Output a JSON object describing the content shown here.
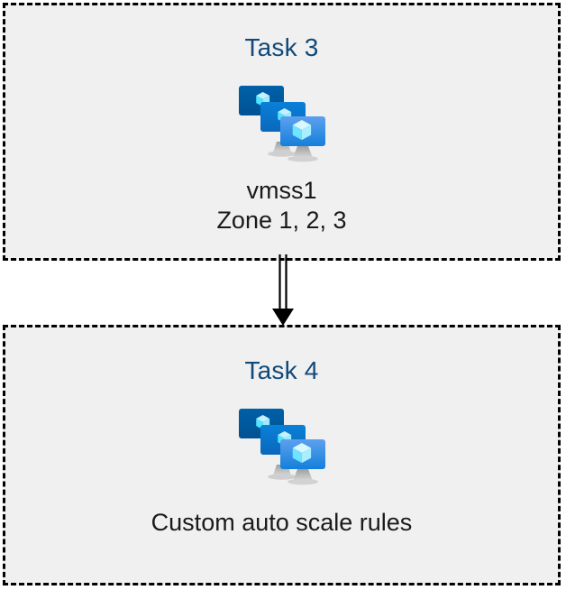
{
  "diagram": {
    "type": "flow",
    "background_color": "#ffffff",
    "box_fill_color": "#f0f0f0",
    "box_border_color": "#000000",
    "title_color": "#11497a",
    "caption_color": "#1a1a1a",
    "nodes": [
      {
        "id": "task3",
        "title": "Task 3",
        "icon": "virtual-machine-scale-set-icon",
        "caption": "vmss1\nZone 1, 2, 3"
      },
      {
        "id": "task4",
        "title": "Task 4",
        "icon": "virtual-machine-scale-set-icon",
        "caption": "Custom auto scale rules"
      }
    ],
    "connectors": [
      {
        "id": "task3-to-task4",
        "from": "task3",
        "to": "task4",
        "style": "double-line",
        "arrowhead": "solid-triangle",
        "color": "#000000",
        "label": ""
      }
    ],
    "icon_palette": {
      "monitor_back": "#005BA1",
      "monitor_mid_top": "#0A7BD4",
      "monitor_mid_bottom": "#0A6CC0",
      "monitor_front_top": "#5EA0EF",
      "monitor_front_bottom": "#1380DA",
      "cube_light": "#C3F1FF",
      "cube_mid": "#9CEBFF",
      "cube_dark": "#50E6FF",
      "stand_gray": "#A0A0A0"
    }
  }
}
